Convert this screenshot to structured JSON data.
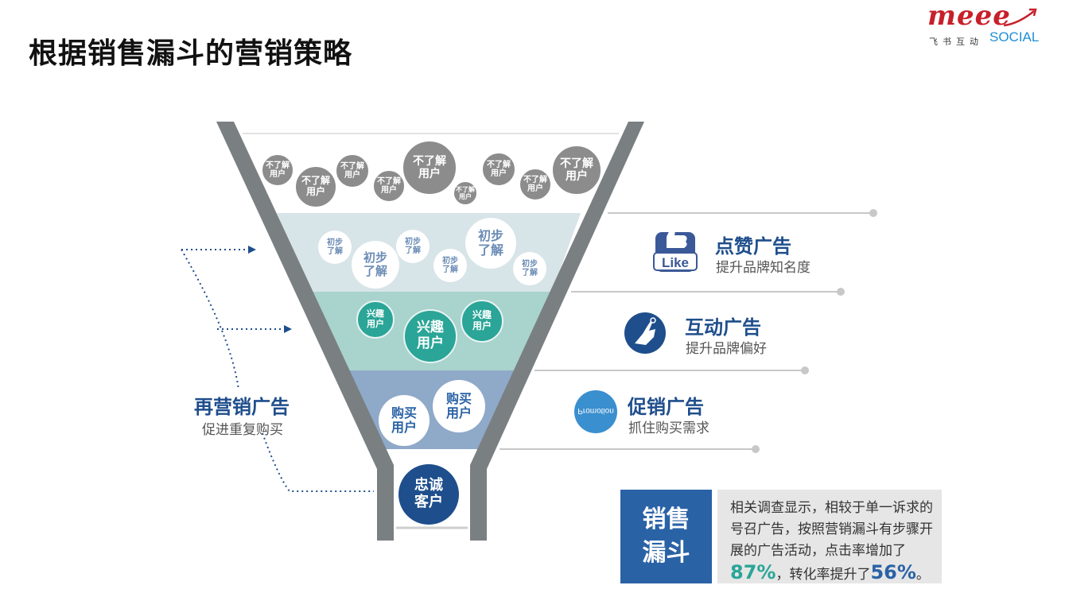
{
  "title": "根据销售漏斗的营销策略",
  "logo": {
    "script": "meee",
    "sub": "飞书互动",
    "social": "SOCIAL"
  },
  "funnel": {
    "unaware": [
      "不了解\n用户",
      "不了解\n用户",
      "不了解\n用户",
      "不了解\n用户",
      "不了解\n用户",
      "不了解\n用户",
      "不了解\n用户",
      "不了解\n用户",
      "不了解\n用户"
    ],
    "aware": [
      "初步\n了解",
      "初步\n了解",
      "初步\n了解",
      "初步\n了解",
      "初步\n了解",
      "初步\n了解"
    ],
    "interest": [
      "兴趣\n用户",
      "兴趣\n用户",
      "兴趣\n用户"
    ],
    "buy": [
      "购买\n用户",
      "购买\n用户"
    ],
    "loyal": "忠诚\n客户"
  },
  "ads": [
    {
      "title": "点赞广告",
      "desc": "提升品牌知名度",
      "icon": "like-icon",
      "icon_text": "Like"
    },
    {
      "title": "互动广告",
      "desc": "提升品牌偏好",
      "icon": "hand-touch-icon"
    },
    {
      "title": "促销广告",
      "desc": "抓住购买需求",
      "icon": "promotion-icon",
      "icon_text": "Promotion"
    }
  ],
  "retarget": {
    "title": "再营销广告",
    "desc": "促进重复购买"
  },
  "sales": {
    "label": "销售\n漏斗",
    "text1": "相关调查显示，相较于单一诉求的号召广告，按照营销漏斗有步骤开展的广告活动，点击率增加了",
    "pct1": "87%",
    "text2": "，转化率提升了",
    "pct2": "56%",
    "text3": "。"
  },
  "colors": {
    "blue": "#1f4e8c",
    "teal": "#2aa597",
    "gray": "#8c8c8c"
  }
}
